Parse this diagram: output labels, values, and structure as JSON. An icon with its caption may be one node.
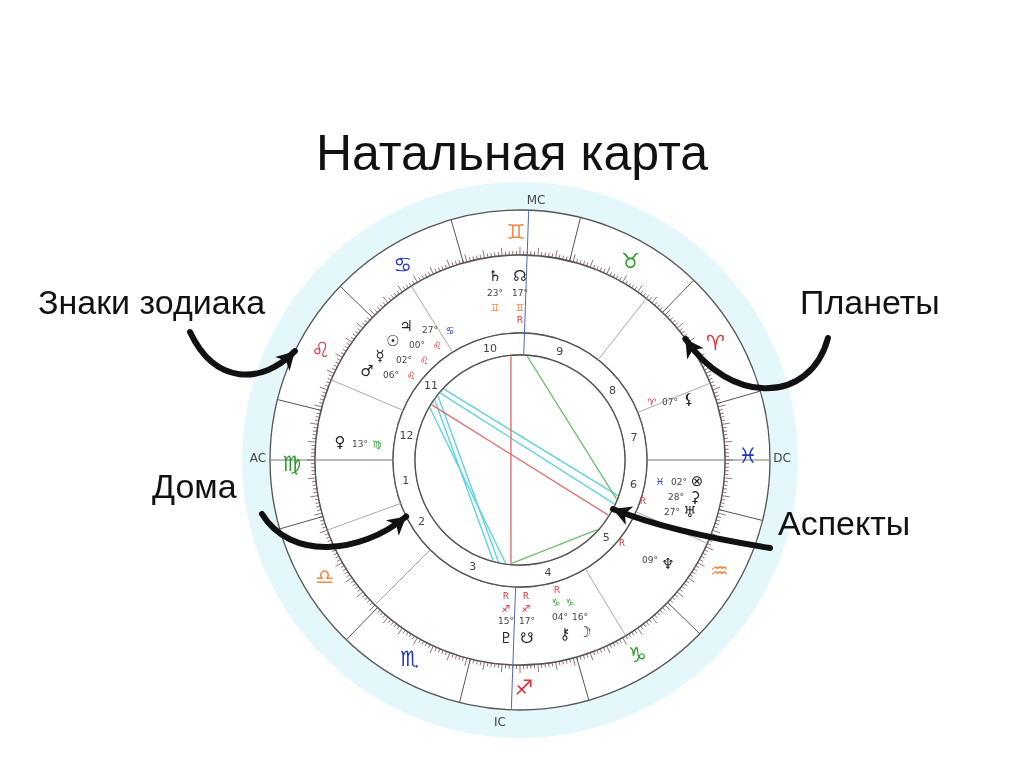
{
  "diagram": {
    "title": "Натальная карта",
    "nodes": [
      {
        "text": [
          "Знаки зодиака"
        ]
      },
      {
        "text": [
          "Планеты"
        ]
      },
      {
        "text": [],
        "shape": "ring"
      },
      {
        "text": [],
        "shape": "ring",
        "in": 2
      },
      {
        "text": [
          "Дома"
        ]
      },
      {
        "text": [],
        "shape": "ring",
        "in": 3
      },
      {
        "text": [
          "Аспекты"
        ]
      },
      {
        "text": [],
        "shape": "circle",
        "in": 5
      }
    ],
    "edges": [
      {
        "from": 0,
        "to": 2,
        "arrow": "to"
      },
      {
        "from": 1,
        "to": 3,
        "arrow": "to"
      },
      {
        "from": 4,
        "to": 5,
        "arrow": "to"
      },
      {
        "from": 6,
        "to": 7,
        "arrow": "to"
      }
    ],
    "labels": [
      "MC",
      "♊",
      "♋",
      "♉",
      "♄",
      "☊",
      "23°",
      "17°",
      "♊",
      "♊",
      "R",
      "♌",
      "♈",
      "10",
      "9",
      "♃",
      "27°",
      "♋",
      "☉",
      "00°",
      "♌",
      "☿",
      "02°",
      "♌",
      "♂",
      "06°",
      "♌",
      "11",
      "8",
      "♈",
      "07°",
      "⚸",
      "12",
      "♀",
      "13°",
      "♍",
      "7",
      "AC",
      "♍",
      "♓",
      "DC",
      "1",
      "6",
      "♓",
      "02°",
      "⊗",
      "R",
      "28°",
      "⚳",
      "27°",
      "♅",
      "2",
      "5",
      "R",
      "09°",
      "♆",
      "♎",
      "♒",
      "3",
      "4",
      "R",
      "R",
      "♐",
      "♐",
      "R",
      "♑",
      "♑",
      "15°",
      "17°",
      "04°",
      "16°",
      "♇",
      "☋",
      "⚷",
      "☽",
      "♏",
      "♑",
      "♐",
      "IC"
    ]
  }
}
